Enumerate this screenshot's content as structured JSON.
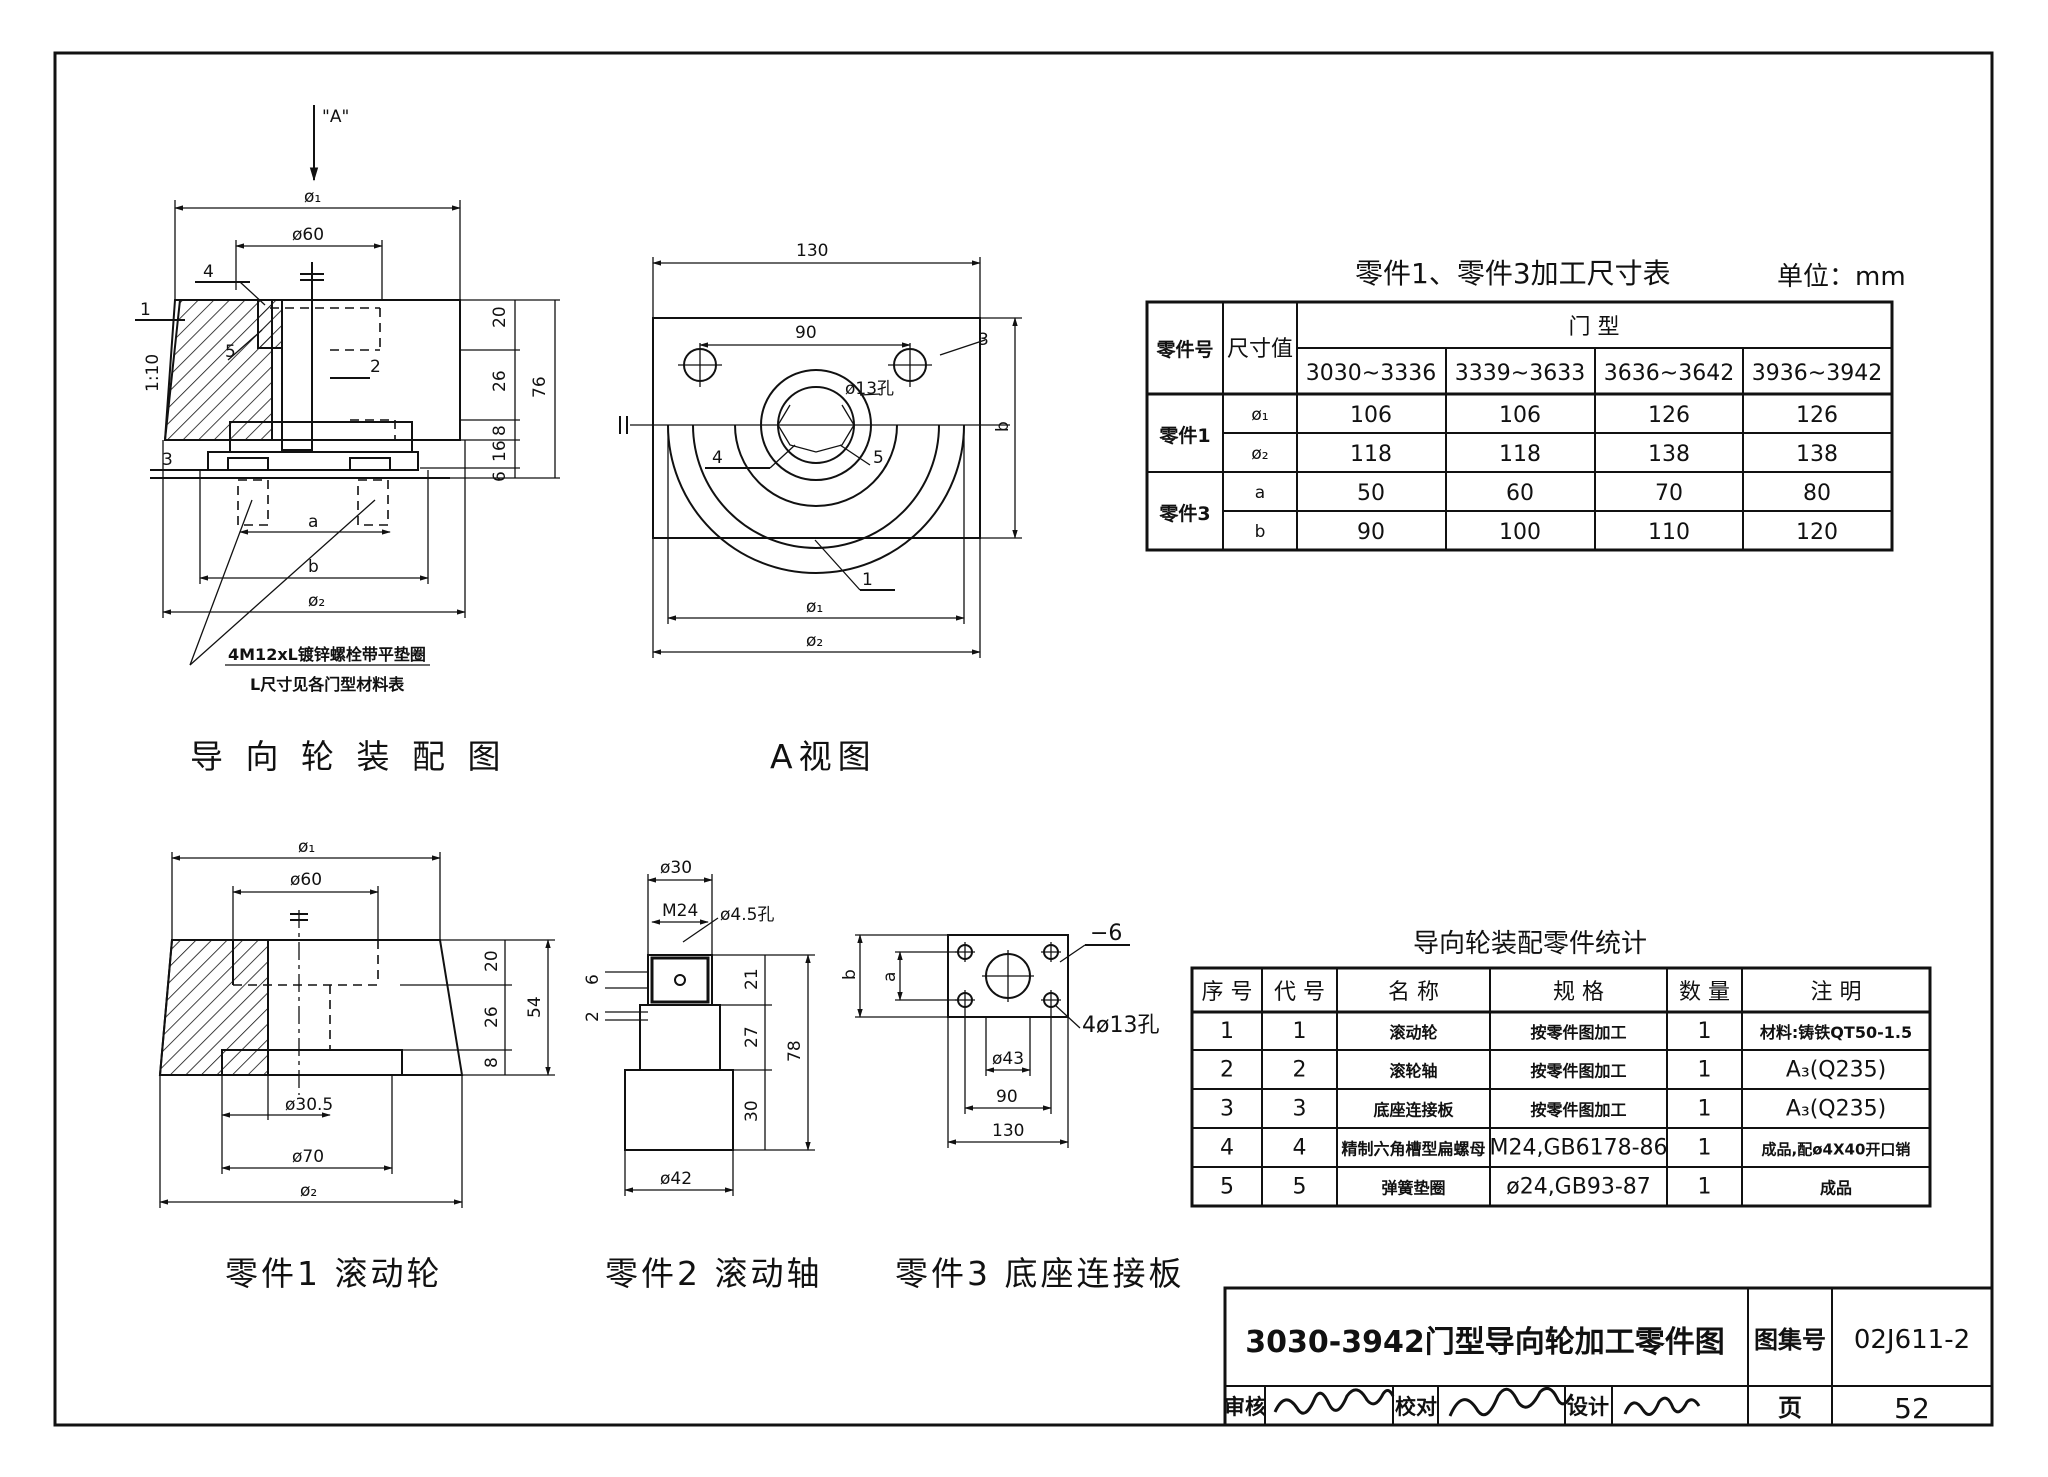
{
  "assembly": {
    "caption": "导 向 轮 装 配 图",
    "view_mark": "\"A\"",
    "d60": "ø60",
    "phi1": "ø₁",
    "phi2": "ø₂",
    "slope": "1:10",
    "dims_v": [
      "20",
      "26",
      "8",
      "16",
      "6",
      "76"
    ],
    "a": "a",
    "b": "b",
    "labels": [
      "1",
      "2",
      "3",
      "4",
      "5"
    ],
    "bolt_note_1": "4M12xL镀锌螺栓带平垫圈",
    "bolt_note_2": "L尺寸见各门型材料表"
  },
  "view_a": {
    "caption": "A视图",
    "w130": "130",
    "w90": "90",
    "hole": "ø13孔",
    "b": "b",
    "phi1": "ø₁",
    "phi2": "ø₂",
    "labels": [
      "3",
      "4",
      "5",
      "1"
    ]
  },
  "part1": {
    "caption": "零件1  滚动轮",
    "phi1": "ø₁",
    "d60": "ø60",
    "d30_5": "ø30.5",
    "d70": "ø70",
    "phi2": "ø₂",
    "dims_v": [
      "20",
      "26",
      "8",
      "54"
    ]
  },
  "part2": {
    "caption": "零件2  滚动轴",
    "d30": "ø30",
    "m24": "M24",
    "hole": "ø4.5孔",
    "dims_left": [
      "6",
      "2"
    ],
    "dims_v": [
      "21",
      "27",
      "30",
      "78"
    ],
    "d42": "ø42"
  },
  "part3": {
    "caption": "零件3  底座连接板",
    "plate": "−6",
    "holes": "4ø13孔",
    "b": "b",
    "a": "a",
    "d43": "ø43",
    "w90": "90",
    "w130": "130"
  },
  "dim_table": {
    "title": "零件1、零件3加工尺寸表",
    "unit": "单位：mm",
    "h_part": "零件号",
    "h_dim": "尺寸值",
    "h_door": "门    型",
    "door_types": [
      "3030~3336",
      "3339~3633",
      "3636~3642",
      "3936~3942"
    ],
    "rows": [
      {
        "part": "零件1",
        "dim": "ø₁",
        "v": [
          "106",
          "106",
          "126",
          "126"
        ]
      },
      {
        "part": "",
        "dim": "ø₂",
        "v": [
          "118",
          "118",
          "138",
          "138"
        ]
      },
      {
        "part": "零件3",
        "dim": "a",
        "v": [
          "50",
          "60",
          "70",
          "80"
        ]
      },
      {
        "part": "",
        "dim": "b",
        "v": [
          "90",
          "100",
          "110",
          "120"
        ]
      }
    ]
  },
  "parts_table": {
    "title": "导向轮装配零件统计",
    "headers": [
      "序 号",
      "代 号",
      "名  称",
      "规  格",
      "数 量",
      "注  明"
    ],
    "rows": [
      [
        "1",
        "1",
        "滚动轮",
        "按零件图加工",
        "1",
        "材料:铸铁QT50-1.5"
      ],
      [
        "2",
        "2",
        "滚轮轴",
        "按零件图加工",
        "1",
        "A₃(Q235)"
      ],
      [
        "3",
        "3",
        "底座连接板",
        "按零件图加工",
        "1",
        "A₃(Q235)"
      ],
      [
        "4",
        "4",
        "精制六角槽型扁螺母",
        "M24,GB6178-86",
        "1",
        "成品,配ø4X40开口销"
      ],
      [
        "5",
        "5",
        "弹簧垫圈",
        "ø24,GB93-87",
        "1",
        "成品"
      ]
    ]
  },
  "title_block": {
    "title": "3030-3942门型导向轮加工零件图",
    "atlas_label": "图集号",
    "atlas_no": "02J611-2",
    "review": "审核",
    "check": "校对",
    "design": "设计",
    "page_label": "页",
    "page_no": "52"
  }
}
